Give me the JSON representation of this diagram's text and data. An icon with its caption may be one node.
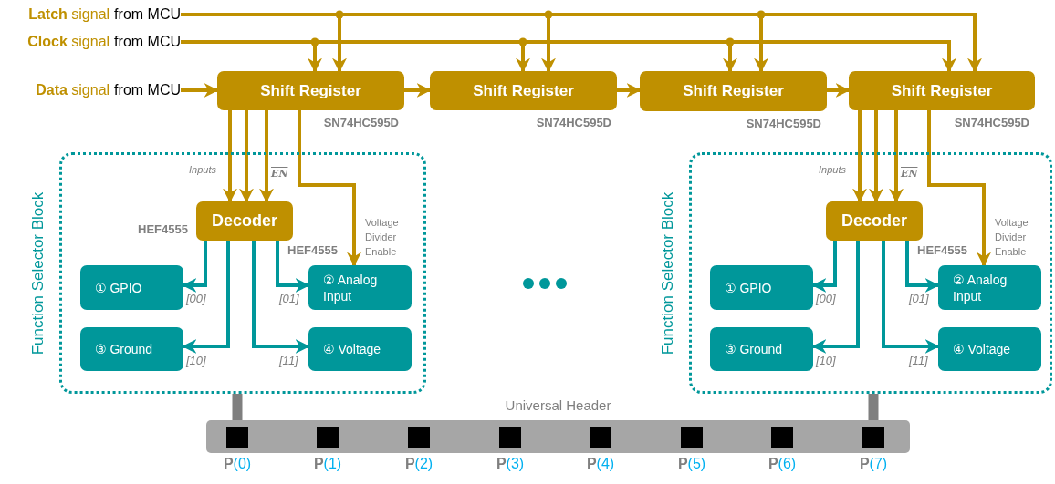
{
  "diagram": {
    "nodes": [
      {
        "text": [
          "**Latch** signal",
          "from MCU"
        ]
      },
      {
        "text": [
          "**Clock** signal",
          "from MCU"
        ]
      },
      {
        "text": [
          "**Data** signal",
          "from MCU"
        ]
      },
      {
        "text": [
          "Shift Register"
        ],
        "beside": [
          "SN74HC595D"
        ]
      },
      {
        "text": [
          "Shift Register"
        ],
        "beside": [
          "SN74HC595D"
        ]
      },
      {
        "text": [
          "Shift Register"
        ],
        "beside": [
          "SN74HC595D"
        ]
      },
      {
        "text": [
          "Shift Register"
        ],
        "beside": [
          "SN74HC595D"
        ]
      },
      {
        "text": [
          "Function Selector Block"
        ]
      },
      {
        "text": [
          "Decoder"
        ],
        "beside": [
          "HEF4555",
          "HEF4555"
        ],
        "in": 7
      },
      {
        "text": [
          "① GPIO"
        ],
        "in": 7
      },
      {
        "text": [
          "② Analog Input"
        ],
        "in": 7
      },
      {
        "text": [
          "③ Ground"
        ],
        "in": 7
      },
      {
        "text": [
          "④ Voltage"
        ],
        "in": 7
      },
      {
        "text": [
          "Function Selector Block"
        ]
      },
      {
        "text": [
          "Decoder"
        ],
        "beside": [
          "HEF4555"
        ],
        "in": 13
      },
      {
        "text": [
          "① GPIO"
        ],
        "in": 13
      },
      {
        "text": [
          "② Analog Input"
        ],
        "in": 13
      },
      {
        "text": [
          "③ Ground"
        ],
        "in": 13
      },
      {
        "text": [
          "④ Voltage"
        ],
        "in": 13
      },
      {
        "text": [
          "Universal Header"
        ]
      },
      {
        "text": [],
        "shape": "box",
        "in": 19,
        "beside": [
          "**P**(0)"
        ]
      },
      {
        "text": [],
        "shape": "box",
        "in": 19,
        "beside": [
          "**P**(1)"
        ]
      },
      {
        "text": [],
        "shape": "box",
        "in": 19,
        "beside": [
          "**P**(2)"
        ]
      },
      {
        "text": [],
        "shape": "box",
        "in": 19,
        "beside": [
          "**P**(3)"
        ]
      },
      {
        "text": [],
        "shape": "box",
        "in": 19,
        "beside": [
          "**P**(4)"
        ]
      },
      {
        "text": [],
        "shape": "box",
        "in": 19,
        "beside": [
          "**P**(5)"
        ]
      },
      {
        "text": [],
        "shape": "box",
        "in": 19,
        "beside": [
          "**P**(6)"
        ]
      },
      {
        "text": [],
        "shape": "box",
        "in": 19,
        "beside": [
          "**P**(7)"
        ]
      }
    ],
    "edges": [
      {
        "from": 0,
        "to": 3,
        "arrow": "to"
      },
      {
        "from": 0,
        "to": 4,
        "arrow": "to"
      },
      {
        "from": 0,
        "to": 5,
        "arrow": "to"
      },
      {
        "from": 0,
        "to": 6,
        "arrow": "to"
      },
      {
        "from": 1,
        "to": 3,
        "arrow": "to"
      },
      {
        "from": 1,
        "to": 4,
        "arrow": "to"
      },
      {
        "from": 1,
        "to": 5,
        "arrow": "to"
      },
      {
        "from": 1,
        "to": 6,
        "arrow": "to"
      },
      {
        "from": 2,
        "to": 3,
        "arrow": "to"
      },
      {
        "from": 3,
        "to": 4,
        "arrow": "to"
      },
      {
        "from": 4,
        "to": 5,
        "arrow": "to"
      },
      {
        "from": 5,
        "to": 6,
        "arrow": "to"
      },
      {
        "from": 3,
        "to": 8,
        "arrow": "to",
        "label": "Inputs"
      },
      {
        "from": 3,
        "to": 8,
        "arrow": "to"
      },
      {
        "from": 3,
        "to": 8,
        "arrow": "to",
        "label": "EN"
      },
      {
        "from": 3,
        "to": 10,
        "arrow": "to",
        "label": "Voltage Divider Enable"
      },
      {
        "from": 8,
        "to": 9,
        "arrow": "to",
        "label": "[00]",
        "color": "#00979a"
      },
      {
        "from": 8,
        "to": 10,
        "arrow": "to",
        "label": "[01]",
        "color": "#00979a"
      },
      {
        "from": 8,
        "to": 11,
        "arrow": "to",
        "label": "[10]",
        "color": "#00979a"
      },
      {
        "from": 8,
        "to": 12,
        "arrow": "to",
        "label": "[11]",
        "color": "#00979a"
      },
      {
        "from": 6,
        "to": 14,
        "arrow": "to",
        "label": "Inputs"
      },
      {
        "from": 6,
        "to": 14,
        "arrow": "to"
      },
      {
        "from": 6,
        "to": 14,
        "arrow": "to",
        "label": "EN"
      },
      {
        "from": 6,
        "to": 16,
        "arrow": "to",
        "label": "Voltage Divider Enable"
      },
      {
        "from": 14,
        "to": 15,
        "arrow": "to",
        "label": "[00]",
        "color": "#00979a"
      },
      {
        "from": 14,
        "to": 16,
        "arrow": "to",
        "label": "[01]",
        "color": "#00979a"
      },
      {
        "from": 14,
        "to": 17,
        "arrow": "to",
        "label": "[10]",
        "color": "#00979a"
      },
      {
        "from": 14,
        "to": 18,
        "arrow": "to",
        "label": "[11]",
        "color": "#00979a"
      },
      {
        "from": 7,
        "to": 19,
        "arrow": "none",
        "style": "thick",
        "color": "#7f7f7f"
      },
      {
        "from": 13,
        "to": 19,
        "arrow": "none",
        "style": "thick",
        "color": "#7f7f7f"
      }
    ]
  }
}
